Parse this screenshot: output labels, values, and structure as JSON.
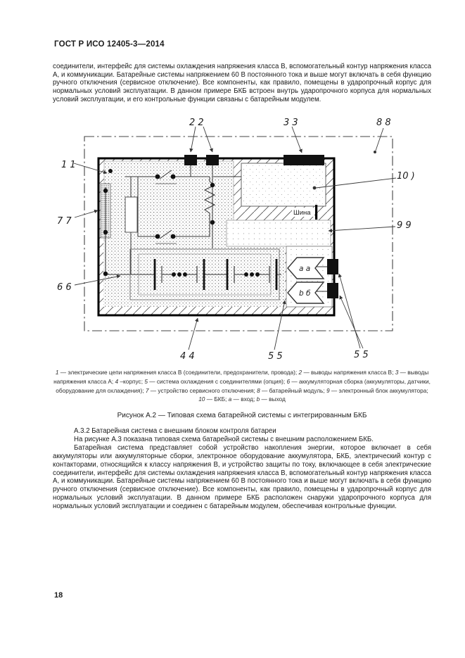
{
  "page": {
    "header": "ГОСТ Р ИСО 12405-3—2014",
    "page_number": "18"
  },
  "intro_paragraph": "соединители, интерфейс для системы охлаждения напряжения класса В, вспомогательный контур напряжения класса А, и коммуникации. Батарейные системы напряжением 60 В постоянного тока и выше могут включать в себя функцию ручного отключения (сервисное отключение). Все компоненты, как правило, помещены в ударопрочный корпус для нормальных условий эксплуатации. В данном примере БКБ встроен внутрь ударопрочного корпуса для нормальных условий эксплуатации, и его контрольные функции связаны с батарейным модулем.",
  "figure": {
    "caption": "Рисунок А.2 — Типовая схема батарейной системы с интегрированным БКБ",
    "bus_label": "Шина",
    "callouts": {
      "c1": "1 1",
      "c2": "2 2",
      "c3": "3 3",
      "c4": "4 4",
      "c5_cooling": "5 5",
      "c5_terminals": "5 5",
      "c6": "6 6",
      "c7": "7 7",
      "c8": "8 8",
      "c9": "9 9",
      "c10": "10 )",
      "a_label": "a a",
      "b_label": "b б"
    },
    "legend_segments": [
      {
        "t": "1",
        "i": true
      },
      {
        "t": " — электрические цепи напряжения класса В (соединители, предохранители, провода); ",
        "i": false
      },
      {
        "t": "2",
        "i": true
      },
      {
        "t": " — выводы напряжения класса В; ",
        "i": false
      },
      {
        "t": "3",
        "i": true
      },
      {
        "t": " — выводы напряжения класса А; ",
        "i": false
      },
      {
        "t": "4",
        "i": true
      },
      {
        "t": " –корпус; ",
        "i": false
      },
      {
        "t": "5",
        "i": true
      },
      {
        "t": " — система охлаждения с соединителями (опция); ",
        "i": false
      },
      {
        "t": "6",
        "i": true
      },
      {
        "t": " — аккумуляторная сборка (аккумуляторы, датчики, оборудование для охлаждения); ",
        "i": false
      },
      {
        "t": "7",
        "i": true
      },
      {
        "t": " — устройство сервисного отключения; ",
        "i": false
      },
      {
        "t": "8",
        "i": true
      },
      {
        "t": " — батарейный модуль; ",
        "i": false
      },
      {
        "t": "9",
        "i": true
      },
      {
        "t": " — электронный блок аккумулятора; ",
        "i": false
      },
      {
        "t": "10",
        "i": true
      },
      {
        "t": " — БКБ; ",
        "i": false
      },
      {
        "t": "а",
        "i": true
      },
      {
        "t": " — вход; ",
        "i": false
      },
      {
        "t": "b",
        "i": true
      },
      {
        "t": " — выход",
        "i": false
      }
    ]
  },
  "section": {
    "heading": "А.3.2 Батарейная система с внешним блоком контроля батареи",
    "line2": "На рисунке А.3 показана типовая схема батарейной системы с внешним расположением БКБ.",
    "body": "Батарейная система представляет собой устройство накопления энергии, которое включает в себя аккумуляторы или аккумуляторные сборки, электронное оборудование аккумулятора, БКБ, электрический контур с контакторами, относящийся к классу напряжения В, и устройство защиты по току, включающее в себя электрические соединители, интерфейс для системы охлаждения напряжения класса В, вспомогательный контур напряжения класса А, и коммуникации. Батарейные системы напряжением 60 В постоянного тока и выше могут включать в себя функцию ручного отключения (сервисное отключение). Все компоненты, как правило, помещены в ударопрочный корпус для нормальных условий эксплуатации. В данном примере БКБ расположен снаружи ударопрочного корпуса для нормальных условий эксплуатации и соединен с батарейным модулем, обеспечивая контрольные функции."
  },
  "colors": {
    "text": "#1c1c1c",
    "line": "#333333",
    "terminal_fill": "#111111",
    "paper": "#ffffff"
  }
}
